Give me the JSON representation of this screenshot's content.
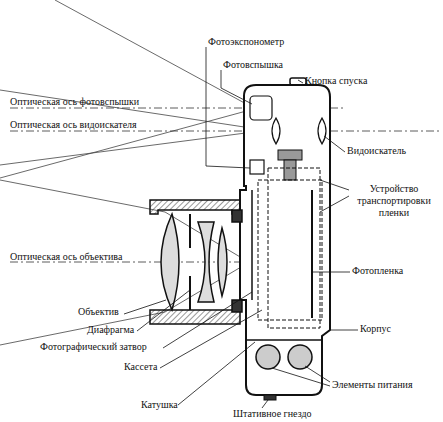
{
  "diagram": {
    "labels": [
      "Фотоэкспонометр",
      "Фотовспышка",
      "Кнопка спуска",
      "Оптическая ось фотовспышки",
      "Оптическая ось видоискателя",
      "Видоискатель",
      "Устройство транспортировки пленки",
      "Оптическая ось объектива",
      "Фотопленка",
      "Корпус",
      "Объектив",
      "Диафрагма",
      "Фотографический затвор",
      "Кассета",
      "Элементы питания",
      "Катушка",
      "Штативное гнездо"
    ]
  }
}
